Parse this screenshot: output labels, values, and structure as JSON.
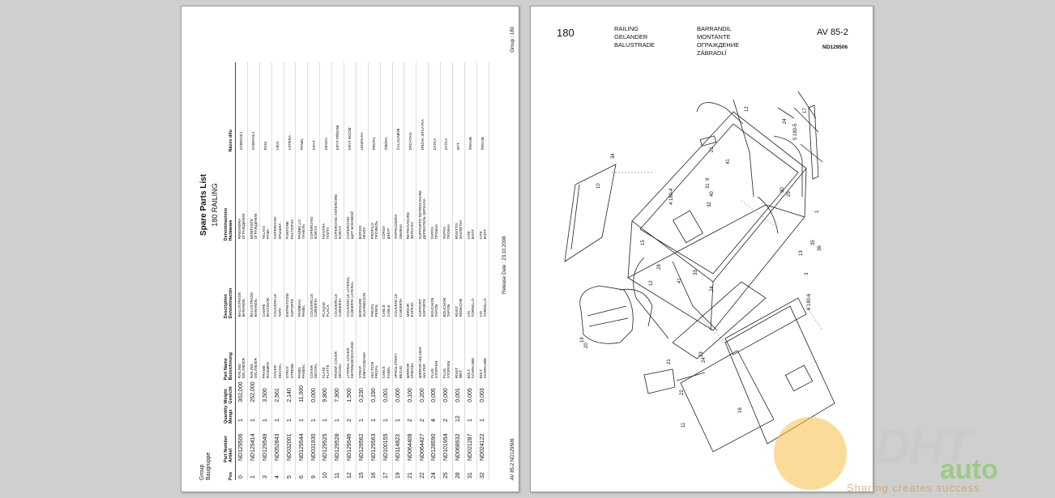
{
  "left_page": {
    "group_label": "Group",
    "group_label_de": "Baugruppe",
    "title": "Spare Parts List",
    "subtitle": "180 RAILING",
    "group_right": "Group : 180",
    "footer_left": "AV 85-2  ND129506",
    "release_date": "Release Date : 23.10.2008",
    "columns": {
      "pos": "Pos",
      "part_no": "Part Number",
      "part_no_de": "Artikel",
      "qty": "Quantity",
      "qty_de": "Menge",
      "weight": "Weight",
      "weight_de": "Gewicht",
      "part_name": "Part Name",
      "part_name_de": "Bezeichnung",
      "description": "Description",
      "description_es": "Denominación",
      "denomination": "Denominazione",
      "denomination_ru": "Название",
      "name_cz": "Název dílu"
    },
    "rows": [
      {
        "pos": "0",
        "pn": "ND129506",
        "qty": "1",
        "wt": "302,000",
        "en": "RAILING",
        "de": "GELÄNDER",
        "fr": "BALUSTRADE",
        "es": "BARANDIL",
        "it": "RINGHIERA",
        "ru": "ОГРАЖДЕНИЕ",
        "cz": "ZÁBRADLÍ"
      },
      {
        "pos": "1",
        "pn": "ND129414",
        "qty": "1",
        "wt": "252,000",
        "en": "RAILING",
        "de": "GELÄNDER",
        "fr": "BALUSTRADE",
        "es": "BARANDIL",
        "it": "MONTANTE",
        "ru": "ОГРАЖДЕНИЕ",
        "cz": "ZÁBRADLÍ"
      },
      {
        "pos": "3",
        "pn": "ND129549",
        "qty": "1",
        "wt": "3,500",
        "en": "FRAME",
        "de": "RAHMEN",
        "fr": "CADRE",
        "es": "BASTIDOR",
        "it": "TELAIO",
        "ru": "РАМА",
        "cz": "RÁM"
      },
      {
        "pos": "4",
        "pn": "ND052843",
        "qty": "1",
        "wt": "2,561",
        "en": "COVER",
        "de": "DECKEL",
        "fr": "COUVERCLE",
        "es": "TAPA",
        "it": "COPERCHIO",
        "ru": "КРЫШКА",
        "cz": "VÍKO"
      },
      {
        "pos": "5",
        "pn": "ND032001",
        "qty": "1",
        "wt": "2,140",
        "en": "STRUT",
        "de": "STREBE",
        "fr": "ENTRETOISE",
        "es": "SOPORTE",
        "it": "PUNTONE",
        "ru": "РАСПОРКА",
        "cz": "VZPĚRA"
      },
      {
        "pos": "6",
        "pn": "ND129544",
        "qty": "1",
        "wt": "11,000",
        "en": "PANEL",
        "de": "PANEEL",
        "fr": "PANNEAU",
        "es": "PANEL",
        "it": "PANNELLO",
        "ru": "ПАНЕЛЬ",
        "cz": "PANEL"
      },
      {
        "pos": "9",
        "pn": "ND031930",
        "qty": "1",
        "wt": "0,000",
        "en": "COVER",
        "de": "DECKEL",
        "fr": "COUVERCLE",
        "es": "CUBIERTA",
        "it": "COPERCHIO",
        "ru": "КОЖУХ",
        "cz": "KRYT"
      },
      {
        "pos": "10",
        "pn": "ND129525",
        "qty": "1",
        "wt": "9,800",
        "en": "PLATE",
        "de": "PLATTE",
        "fr": "PLAQUE",
        "es": "PLACA",
        "it": "PIASTRA",
        "ru": "ПЛИТА",
        "cz": "DESKA"
      },
      {
        "pos": "11",
        "pn": "ND129528",
        "qty": "1",
        "wt": "7,900",
        "en": "FRONT COVER",
        "de": "DECKEL",
        "fr": "COUVERCLE",
        "es": "CUBIERTA",
        "it": "COPERCHIO ANTERIORE",
        "ru": "КОЖУХ",
        "cz": "KRYT PŘEDNÍ"
      },
      {
        "pos": "12",
        "pn": "ND129546",
        "qty": "2",
        "wt": "1,500",
        "en": "LATERAL COVER",
        "de": "SEITENABDECKUNG",
        "fr": "COUVERCLE LATERAL",
        "es": "CUBIERTA LATERAL",
        "it": "COPERCHIO",
        "ru": "ЩИТ БОКОВОЙ",
        "cz": "KRYT BOČNÍ"
      },
      {
        "pos": "15",
        "pn": "ND129562",
        "qty": "1",
        "wt": "0,230",
        "en": "STRAP",
        "de": "EINFASSBAND",
        "fr": "BORDURE",
        "es": "GUARNICION",
        "it": "BORDO",
        "ru": "ЛЕНТА",
        "cz": "LEMOVKA"
      },
      {
        "pos": "16",
        "pn": "ND129563",
        "qty": "1",
        "wt": "0,190",
        "en": "SECTION",
        "de": "PROFIL",
        "fr": "PROFIL",
        "es": "PERFIL",
        "it": "PROFILO",
        "ru": "ПРОФИЛЬ",
        "cz": "PROFIL"
      },
      {
        "pos": "17",
        "pn": "ND100155",
        "qty": "1",
        "wt": "0,001",
        "en": "CABLE",
        "de": "KABEL",
        "fr": "CABLE",
        "es": "CABLE",
        "it": "CORDA",
        "ru": "ШНУР",
        "cz": "ŠŇŮRA"
      },
      {
        "pos": "19",
        "pn": "ND114823",
        "qty": "1",
        "wt": "0,000",
        "en": "UPHOLSTERY",
        "de": "BEZUG",
        "fr": "COUVERCLE",
        "es": "CUBIERTA",
        "it": "TAPPEZZERIA",
        "ru": "ОБИВКА",
        "cz": "ČALOUNĚNÍ"
      },
      {
        "pos": "21",
        "pn": "ND064408",
        "qty": "2",
        "wt": "0,100",
        "en": "MIRROR",
        "de": "SPIEGEL",
        "fr": "MIROIR",
        "es": "ESPEJO",
        "it": "RETROVISORE",
        "ru": "ЗЕРКАЛО",
        "cz": "ZRCÁTKO"
      },
      {
        "pos": "22",
        "pn": "ND064427",
        "qty": "2",
        "wt": "0,200",
        "en": "MIRROR HOLDER",
        "de": "HALTER",
        "fr": "SUPPORT",
        "es": "SOPORTE",
        "it": "SUPPORTO RETROVISORE",
        "ru": "ДЕРЖАТЕЛЬ ЗЕРКАЛА",
        "cz": "DRŽÁK ZRCÁTKA"
      },
      {
        "pos": "24",
        "pn": "ND128590",
        "qty": "4",
        "wt": "0,005",
        "en": "PLUG",
        "de": "STOPFEN",
        "fr": "BOUCHON",
        "es": "TAPON",
        "it": "TAPPO",
        "ru": "ПРОБКА",
        "cz": "ZÁTKA"
      },
      {
        "pos": "25",
        "pn": "ND101954",
        "qty": "2",
        "wt": "0,000",
        "en": "PLUG",
        "de": "STOPFEN",
        "fr": "BOUCHON",
        "es": "TAPON",
        "it": "TAPPO",
        "ru": "ПРОБКА",
        "cz": "ZÁTKA"
      },
      {
        "pos": "28",
        "pn": "ND068932",
        "qty": "12",
        "wt": "0,001",
        "en": "RIVET",
        "de": "NIET",
        "fr": "RIVET",
        "es": "REMACHE",
        "it": "RIVETTO",
        "ru": "ЗАКЛЕПКА",
        "cz": "NÝT"
      },
      {
        "pos": "31",
        "pn": "ND021287",
        "qty": "1",
        "wt": "0,005",
        "en": "BOLT",
        "de": "SCHRAUBE",
        "fr": "VIS",
        "es": "TORNILLO",
        "it": "VITE",
        "ru": "БОЛТ",
        "cz": "ŠROUB"
      },
      {
        "pos": "32",
        "pn": "ND024122",
        "qty": "1",
        "wt": "0,003",
        "en": "BOLT",
        "de": "SCHRAUBE",
        "fr": "VIS",
        "es": "TORNILLO",
        "it": "VITE",
        "ru": "БОЛТ",
        "cz": "ŠROUB"
      }
    ]
  },
  "right_page": {
    "group_number": "180",
    "names_a": [
      "RAILING",
      "GELANDER",
      "BALUSTRADE"
    ],
    "names_b": [
      "BARRANDIL",
      "MONTANTE",
      "ОГРАЖДЕНИЕ",
      "ZÁBRADLÍ"
    ],
    "model": "AV 85-2",
    "doc_code": "ND129506",
    "callouts": [
      "12",
      "17",
      "24",
      "34",
      "5 180-5",
      "10",
      "21",
      "41",
      "9",
      "33",
      "28",
      "15",
      "12",
      "41",
      "24",
      "25",
      "30",
      "35",
      "36",
      "13",
      "3",
      "6 180-6",
      "4 180-4",
      "32",
      "40",
      "19",
      "20",
      "22",
      "21",
      "24",
      "23",
      "11",
      "16",
      "31",
      "1"
    ]
  },
  "watermark": {
    "brand": "DHT",
    "brand2": "auto",
    "tagline": "Sharing creates success"
  }
}
